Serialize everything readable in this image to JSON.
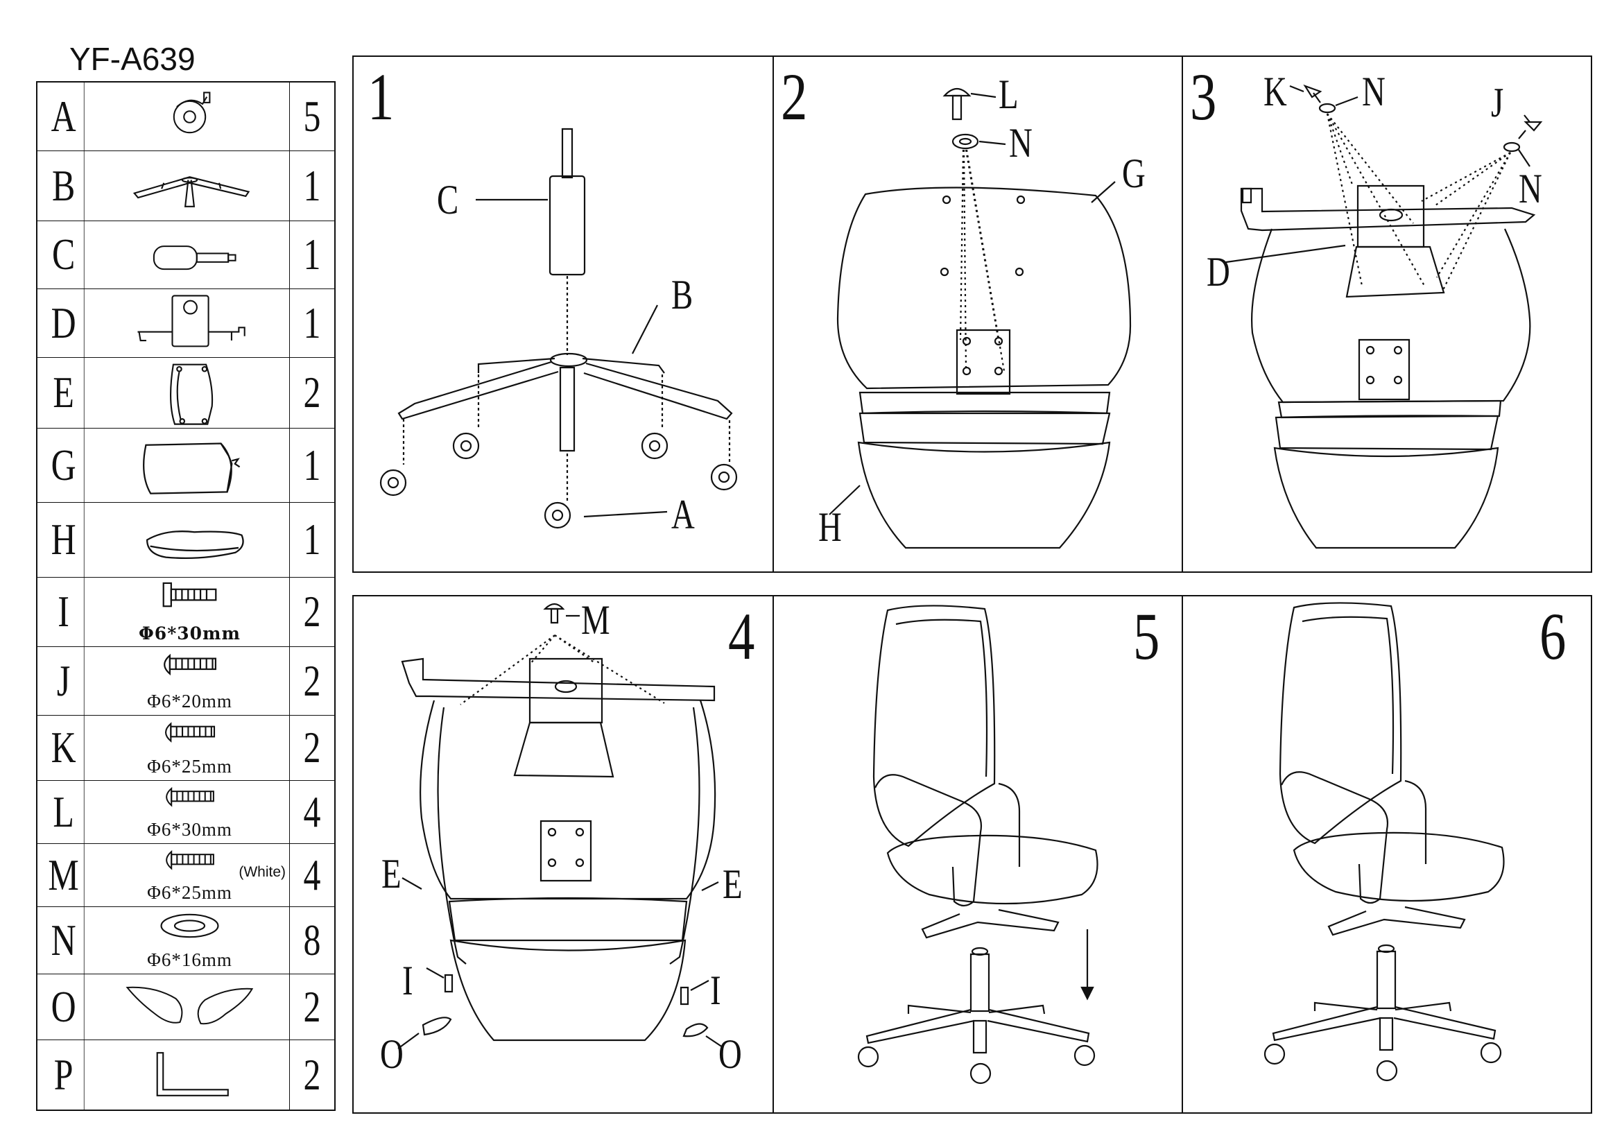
{
  "model": "YF-A639",
  "parts": [
    {
      "letter": "A",
      "icon": "caster-wheel-icon",
      "label": "",
      "note": "",
      "qty": "5"
    },
    {
      "letter": "B",
      "icon": "star-base-icon",
      "label": "",
      "note": "",
      "qty": "1"
    },
    {
      "letter": "C",
      "icon": "gas-cylinder-icon",
      "label": "",
      "note": "",
      "qty": "1"
    },
    {
      "letter": "D",
      "icon": "tilt-mechanism-icon",
      "label": "",
      "note": "",
      "qty": "1"
    },
    {
      "letter": "E",
      "icon": "side-bracket-icon",
      "label": "",
      "note": "",
      "qty": "2"
    },
    {
      "letter": "G",
      "icon": "backrest-icon",
      "label": "",
      "note": "",
      "qty": "1"
    },
    {
      "letter": "H",
      "icon": "seat-cushion-icon",
      "label": "",
      "note": "",
      "qty": "1"
    },
    {
      "letter": "I",
      "icon": "bolt-flat-icon",
      "label": "Φ6*30mm",
      "note": "",
      "qty": "2"
    },
    {
      "letter": "J",
      "icon": "bolt-round-icon",
      "label": "Φ6*20mm",
      "note": "",
      "qty": "2"
    },
    {
      "letter": "K",
      "icon": "bolt-round-icon",
      "label": "Φ6*25mm",
      "note": "",
      "qty": "2"
    },
    {
      "letter": "L",
      "icon": "bolt-round-icon",
      "label": "Φ6*30mm",
      "note": "",
      "qty": "4"
    },
    {
      "letter": "M",
      "icon": "bolt-round-icon",
      "label": "Φ6*25mm",
      "note": "(White)",
      "qty": "4"
    },
    {
      "letter": "N",
      "icon": "washer-icon",
      "label": "Φ6*16mm",
      "note": "",
      "qty": "8"
    },
    {
      "letter": "O",
      "icon": "armrest-cover-icon",
      "label": "",
      "note": "",
      "qty": "2"
    },
    {
      "letter": "P",
      "icon": "allen-key-icon",
      "label": "",
      "note": "",
      "qty": "2"
    }
  ],
  "steps": [
    {
      "number": "1",
      "callouts": [
        "C",
        "B",
        "A"
      ]
    },
    {
      "number": "2",
      "callouts": [
        "L",
        "N",
        "G",
        "H"
      ]
    },
    {
      "number": "3",
      "callouts": [
        "K",
        "N",
        "J",
        "N",
        "D"
      ]
    },
    {
      "number": "4",
      "callouts": [
        "M",
        "E",
        "E",
        "I",
        "I",
        "O",
        "O"
      ]
    },
    {
      "number": "5",
      "callouts": []
    },
    {
      "number": "6",
      "callouts": []
    }
  ]
}
